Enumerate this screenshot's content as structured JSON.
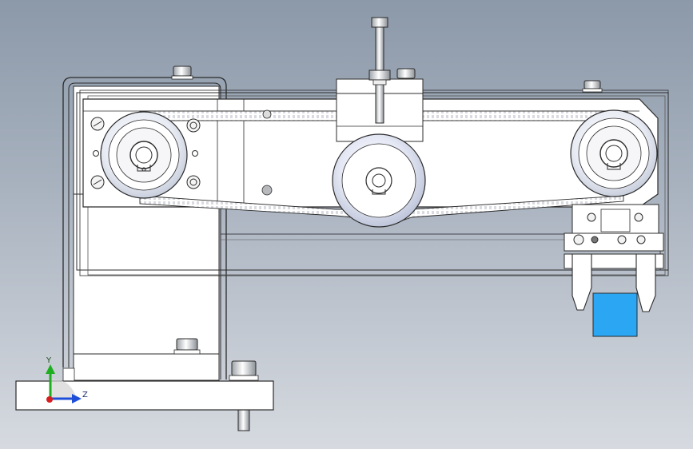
{
  "viewport": {
    "background_top": "#8c99a9",
    "background_bottom": "#d6dae0"
  },
  "colors": {
    "part_fill": "#ffffff",
    "part_face": "#eef0f4",
    "edge": "#2b2b2b",
    "workpiece": "#2aa6f2",
    "axis_y": "#1fae1f",
    "axis_z": "#1f4fd8",
    "axis_x": "#d81f1f"
  },
  "triad": {
    "y_label": "Y",
    "z_label": "Z"
  },
  "parts": {
    "pulleys": [
      "left-pulley",
      "center-idler-pulley",
      "right-pulley"
    ],
    "belt": "timing-belt",
    "gripper": "pneumatic-gripper",
    "workpiece": "blue-workpiece-block",
    "base": "base-plate"
  }
}
